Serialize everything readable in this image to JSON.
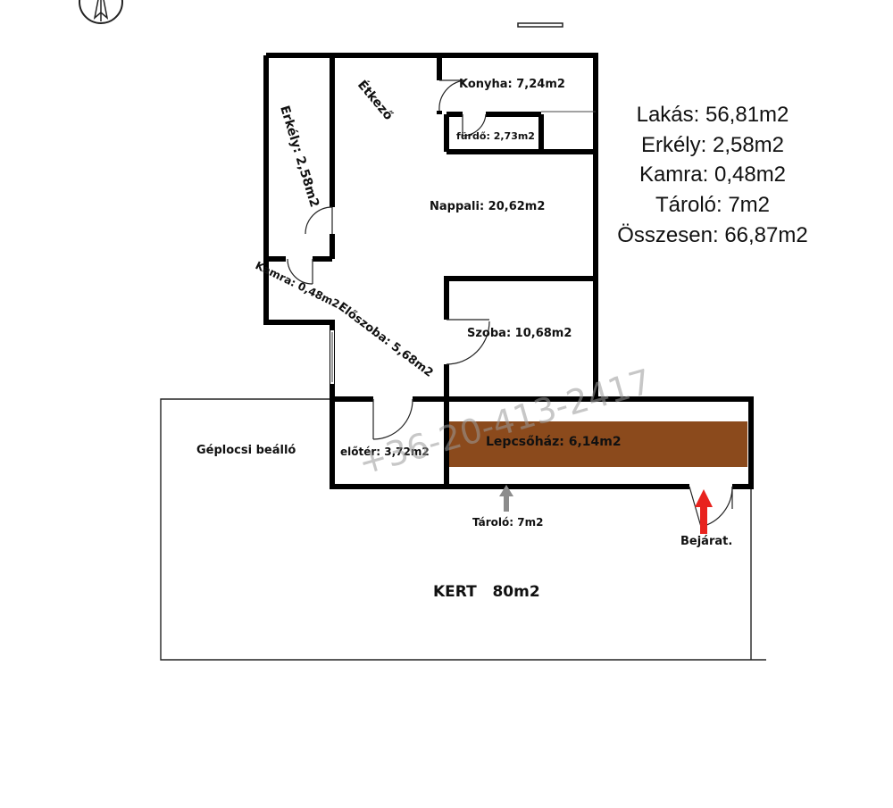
{
  "rooms": {
    "etkezo": "Étkező",
    "konyha": "Konyha: 7,24m2",
    "furdo": "fürdő: 2,73m2",
    "erkely": "Erkély: 2,58m2",
    "nappali": "Nappali: 20,62m2",
    "kamra": "Kamra: 0,48m2",
    "eloszoba": "Előszoba: 5,68m2",
    "szoba": "Szoba: 10,68m2",
    "eloter": "előtér: 3,72m2",
    "lepcsohaz": "Lepcsőház: 6,14m2",
    "geplocsi": "Géplocsi beálló",
    "tarolo": "Tároló: 7m2",
    "bejarat": "Bejárat.",
    "kert": "KERT   80m2"
  },
  "summary": {
    "lakas": "Lakás: 56,81m2",
    "erkely": "Erkély: 2,58m2",
    "kamra": "Kamra: 0,48m2",
    "tarolo": "Tároló: 7m2",
    "osszesen": "Összesen: 66,87m2"
  },
  "watermark": "+36-20-413-2417",
  "colors": {
    "wall": "#000000",
    "stairwell": "#8b4a1c",
    "entrance_arrow": "#e8231e",
    "storage_arrow": "#8c8c8c"
  }
}
